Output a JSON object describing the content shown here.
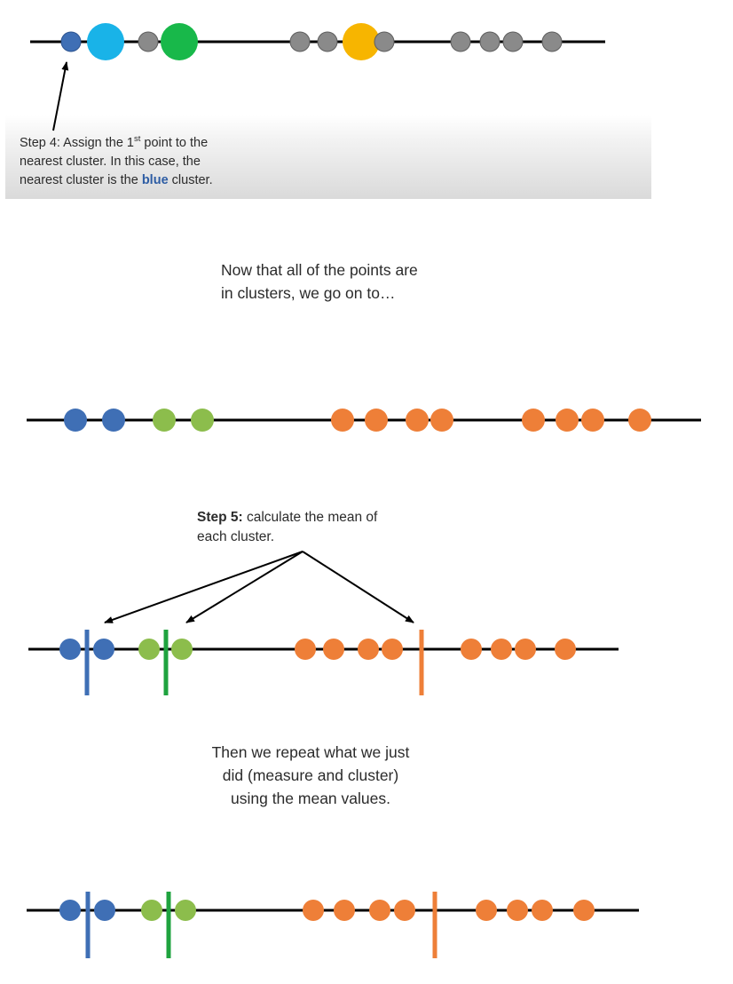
{
  "colors": {
    "gray_point": "#8a8a8a",
    "blue_cluster": "#3f6fb5",
    "green_cluster": "#8cbd4c",
    "orange_cluster": "#ee7f38",
    "initial_blue": "#19b3e8",
    "initial_green": "#18b84a",
    "initial_orange": "#f7b500",
    "blue_mean_bar": "#3f6fb5",
    "green_mean_bar": "#1fa33f",
    "orange_mean_bar": "#ee7f38"
  },
  "step4": {
    "line1_prefix": "Step 4: Assign the 1",
    "line1_sup": "st",
    "line1_suffix": " point to the",
    "line2": "nearest cluster. In this case, the",
    "line3_prefix": "nearest cluster is the ",
    "line3_blue": "blue",
    "line3_suffix": " cluster."
  },
  "transition_text": {
    "line1": "Now that all of the points are",
    "line2": "in clusters, we go on to…"
  },
  "step5": {
    "label": "Step 5:",
    "line1_rest": " calculate the mean of",
    "line2": "each cluster."
  },
  "repeat_text": {
    "line1": "Then we repeat what we just",
    "line2": "did (measure and cluster)",
    "line3": "using the mean values."
  }
}
